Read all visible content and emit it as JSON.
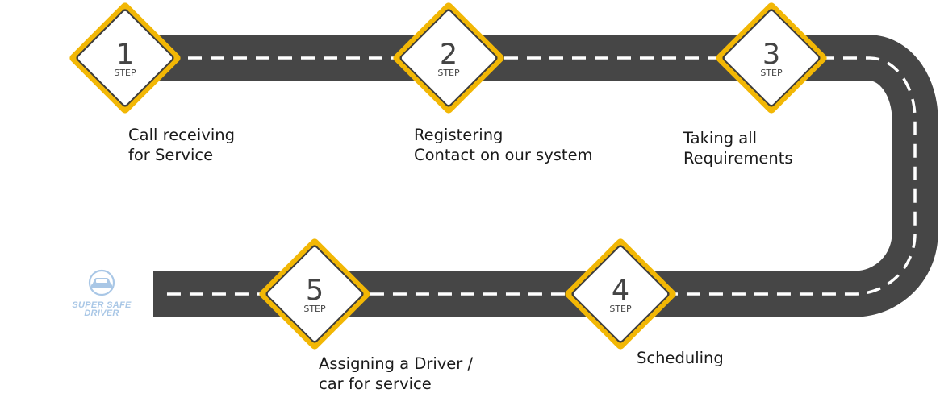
{
  "colors": {
    "road": "#464646",
    "lane": "#ffffff",
    "sign_border": "#f2b705",
    "sign_inner_border": "#3d3d3d",
    "sign_fill": "#ffffff",
    "logo": "#a9c7e6"
  },
  "logo": {
    "icon": "car-in-circle-icon",
    "line1": "SUPER SAFE",
    "line2": "DRIVER"
  },
  "steps": [
    {
      "number": "1",
      "word": "STEP",
      "caption": [
        "Call receiving",
        "for Service"
      ]
    },
    {
      "number": "2",
      "word": "STEP",
      "caption": [
        "Registering",
        "Contact on our system"
      ]
    },
    {
      "number": "3",
      "word": "STEP",
      "caption": [
        "Taking all",
        "Requirements"
      ]
    },
    {
      "number": "4",
      "word": "STEP",
      "caption": [
        "Scheduling"
      ]
    },
    {
      "number": "5",
      "word": "STEP",
      "caption": [
        "Assigning a Driver /",
        "car for service"
      ]
    }
  ]
}
